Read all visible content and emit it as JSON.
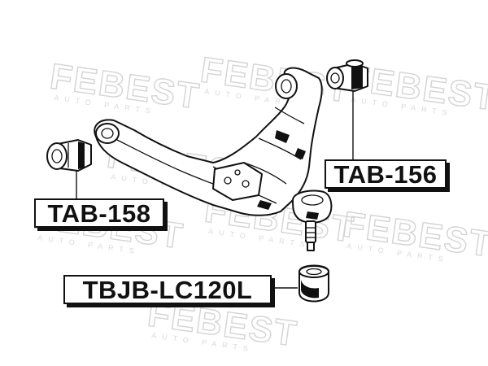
{
  "watermark": {
    "brand": "FEBEST",
    "sub": "AUTO PARTS"
  },
  "labels": {
    "tab156": "TAB-156",
    "tab158": "TAB-158",
    "tbjb": "TBJB-LC120L"
  },
  "colors": {
    "ink": "#111111",
    "watermark": "#d4d4d4",
    "background": "#ffffff"
  }
}
